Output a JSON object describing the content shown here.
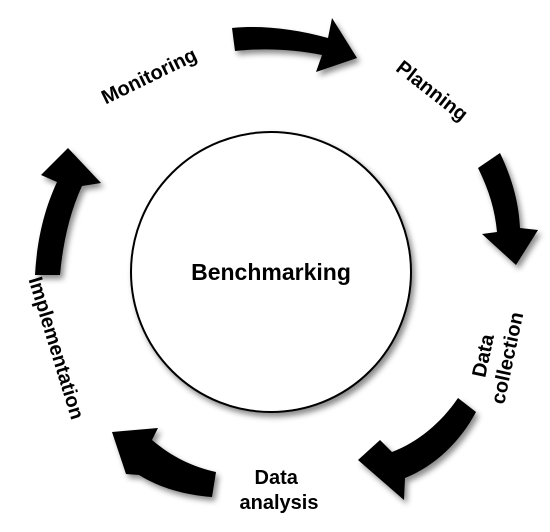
{
  "diagram": {
    "center": {
      "label": "Benchmarking"
    },
    "stages": [
      {
        "id": "planning",
        "lines": [
          "Planning"
        ]
      },
      {
        "id": "data-collection",
        "lines": [
          "Data",
          "collection"
        ]
      },
      {
        "id": "data-analysis",
        "lines": [
          "Data",
          "analysis"
        ]
      },
      {
        "id": "implementation",
        "lines": [
          "Implementation"
        ]
      },
      {
        "id": "monitoring",
        "lines": [
          "Monitoring"
        ]
      }
    ],
    "colors": {
      "arrow": "#000000",
      "circle_stroke": "#000000",
      "circle_fill": "#ffffff",
      "text": "#000000"
    }
  }
}
